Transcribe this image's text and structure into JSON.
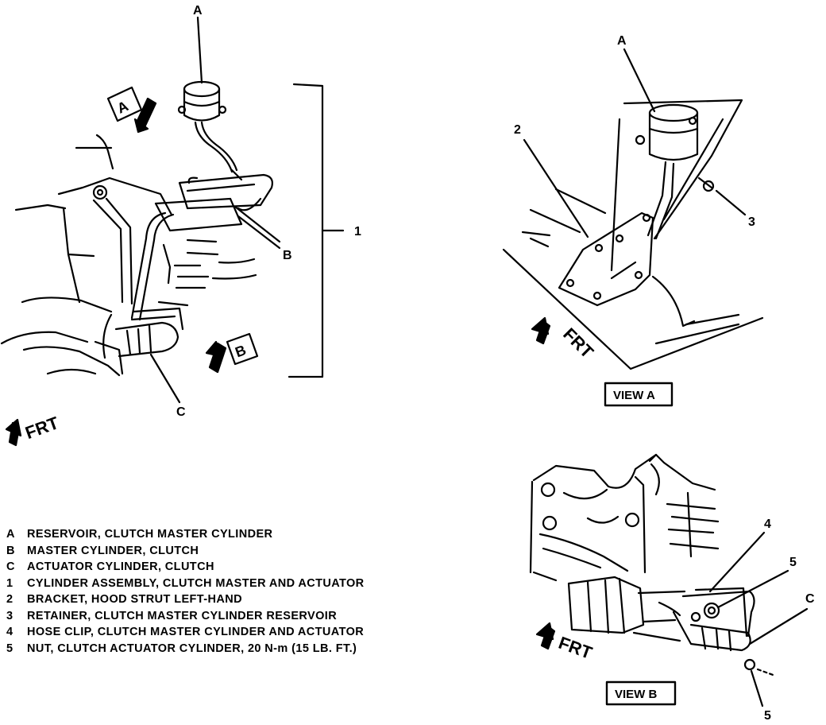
{
  "main_view": {
    "labels": {
      "reservoir": "A",
      "master_cylinder": "B",
      "actuator": "C",
      "assembly": "1"
    },
    "view_markers": {
      "view_a": "A",
      "view_b": "B"
    },
    "frt": "FRT"
  },
  "view_a": {
    "caption": "VIEW A",
    "labels": {
      "reservoir": "A",
      "bracket": "2",
      "retainer": "3"
    },
    "frt": "FRT"
  },
  "view_b": {
    "caption": "VIEW B",
    "labels": {
      "hose_clip": "4",
      "nut_upper": "5",
      "actuator": "C",
      "nut_lower": "5"
    },
    "frt": "FRT"
  },
  "legend": [
    {
      "key": "A",
      "text": "RESERVOIR, CLUTCH MASTER CYLINDER"
    },
    {
      "key": "B",
      "text": "MASTER CYLINDER, CLUTCH"
    },
    {
      "key": "C",
      "text": "ACTUATOR CYLINDER, CLUTCH"
    },
    {
      "key": "1",
      "text": "CYLINDER ASSEMBLY, CLUTCH MASTER AND ACTUATOR"
    },
    {
      "key": "2",
      "text": "BRACKET, HOOD STRUT LEFT-HAND"
    },
    {
      "key": "3",
      "text": "RETAINER, CLUTCH MASTER CYLINDER RESERVOIR"
    },
    {
      "key": "4",
      "text": "HOSE CLIP, CLUTCH MASTER CYLINDER AND ACTUATOR"
    },
    {
      "key": "5",
      "text": "NUT, CLUTCH ACTUATOR CYLINDER, 20 N-m (15 LB. FT.)"
    }
  ]
}
